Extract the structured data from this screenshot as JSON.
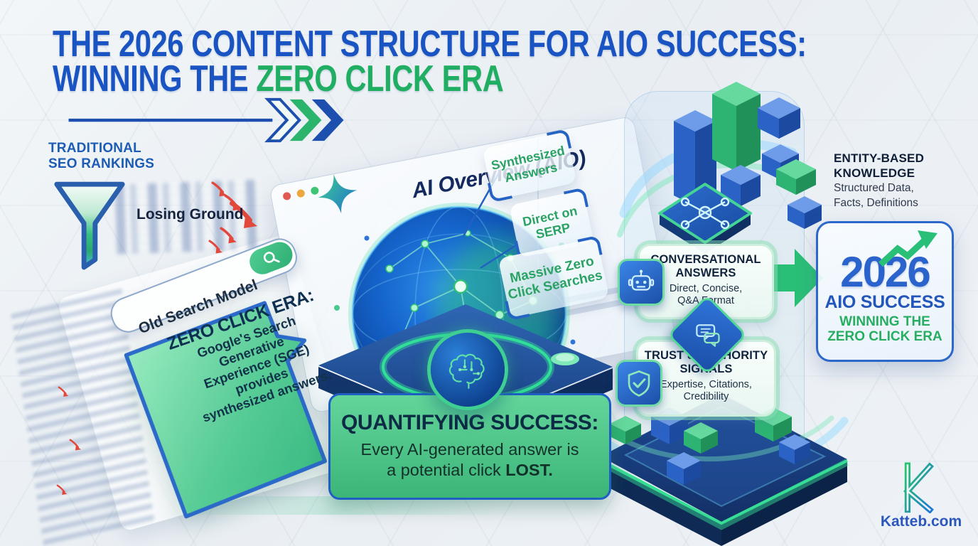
{
  "title": {
    "line1": "THE 2026 CONTENT STRUCTURE FOR AIO SUCCESS:",
    "line2_prefix": "WINNING THE ",
    "line2_highlight": "ZERO CLICK ERA"
  },
  "traditional": {
    "label_line1": "TRADITIONAL",
    "label_line2": "SEO RANKINGS",
    "losing": "Losing Ground"
  },
  "old_search": {
    "label": "Old Search Model"
  },
  "zero_click_bubble": {
    "heading": "ZERO CLICK ERA:",
    "line1": "Google's Search Generative",
    "line2": "Experience (SGE) provides",
    "line3": "synthesized answers."
  },
  "browser": {
    "title": "AI Overview (AIO)"
  },
  "callouts": [
    {
      "line1": "Synthesized",
      "line2": "Answers"
    },
    {
      "line1": "Direct on",
      "line2": "SERP"
    },
    {
      "line1": "Massive Zero",
      "line2": "Click Searches"
    }
  ],
  "quantify": {
    "heading": "QUANTIFYING SUCCESS:",
    "line1": "Every AI-generated answer is",
    "line2_prefix": "a potential click ",
    "line2_bold": "LOST."
  },
  "entity": {
    "h1": "ENTITY-BASED",
    "h2": "KNOWLEDGE",
    "s1": "Structured Data,",
    "s2": "Facts, Definitions"
  },
  "conversational": {
    "h1": "CONVERSATIONAL",
    "h2": "ANSWERS",
    "s1": "Direct, Concise,",
    "s2": "Q&A Format"
  },
  "trust": {
    "h1": "TRUST & AUTHORITY",
    "h2": "SIGNALS",
    "s1": "Expertise, Citations,",
    "s2": "Credibility"
  },
  "success_card": {
    "year": "2026",
    "l1": "AIO SUCCESS",
    "l2": "WINNING THE",
    "l3": "ZERO CLICK ERA"
  },
  "brand": {
    "name": "Katteb.com"
  },
  "colors": {
    "title_blue": "#1a53c2",
    "title_green": "#1fae62",
    "navy": "#14295e",
    "card_border_blue": "#2c67cc",
    "green_accent": "#2abf76",
    "red_arrow": "#e2473c"
  }
}
